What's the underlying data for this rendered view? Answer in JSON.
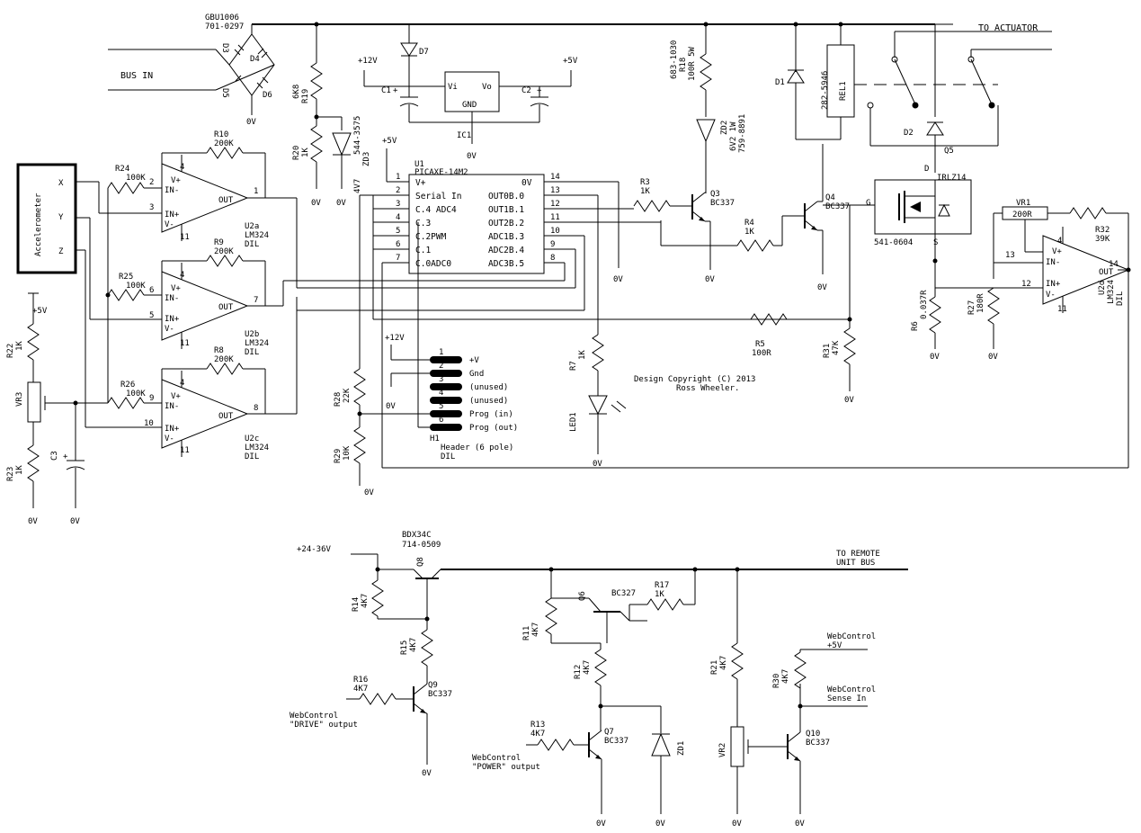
{
  "labels": {
    "gbu": "GBU1006",
    "gbu_pn": "701-0297",
    "d3": "D3",
    "d4": "D4",
    "d5": "D5",
    "d6": "D6",
    "bus_in": "BUS IN",
    "v0": "0V",
    "r19": "R19",
    "r19v": "6K8",
    "r20": "R20",
    "r20v": "1K",
    "zd3": "ZD3",
    "zd3pn": "544-3575",
    "zd3v": "4V7",
    "p12v": "+12V",
    "d7": "D7",
    "c1": "C1",
    "vi": "Vi",
    "vo": "Vo",
    "gnd": "GND",
    "ic1": "IC1",
    "c2": "C2",
    "p5v": "+5V",
    "r18pn": "683-1030",
    "r18": "R18",
    "r18v": "100R 5W",
    "zd2": "ZD2",
    "zd2v": "6V2 1W",
    "zd2pn": "759-8891",
    "d1": "D1",
    "rel1pn": "282-5946",
    "rel1": "REL1",
    "to_actuator": "TO ACTUATOR",
    "d2": "D2",
    "accel": "Accelerometer",
    "x": "X",
    "y": "Y",
    "z": "Z",
    "r24": "R24",
    "r24v": "100K",
    "r10": "R10",
    "r10v": "200K",
    "vplus": "V+",
    "inminus": "IN-",
    "inplus": "IN+",
    "vminus": "V-",
    "out": "OUT",
    "u2a": "U2a",
    "u2b": "U2b",
    "u2c": "U2c",
    "u2d": "U2d",
    "lm324": "LM324",
    "dil": "DIL",
    "r25": "R25",
    "r25v": "100K",
    "r9": "R9",
    "r9v": "200K",
    "r26": "R26",
    "r26v": "100K",
    "r8": "R8",
    "r8v": "200K",
    "r22": "R22",
    "r22v": "1K",
    "vr3": "VR3",
    "c3": "C3",
    "r23": "R23",
    "r23v": "1K",
    "u1": "U1",
    "u1pn": "PICAXE-14M2",
    "pic_vplus": "V+",
    "pic_serial": "Serial In",
    "pic_c4": "C.4 ADC4",
    "pic_c3": "C.3",
    "pic_c2": "C.2PWM",
    "pic_c1": "C.1",
    "pic_c0": "C.0ADC0",
    "pic_0v": "0V",
    "pic_b0": "OUT0B.0",
    "pic_b1": "OUT1B.1",
    "pic_b2": "OUT2B.2",
    "pic_b3": "ADC1B.3",
    "pic_b4": "ADC2B.4",
    "pic_b5": "ADC3B.5",
    "n1": "1",
    "n2": "2",
    "n3": "3",
    "n4": "4",
    "n5": "5",
    "n6": "6",
    "n7": "7",
    "n8": "8",
    "n9": "9",
    "n10": "10",
    "n11": "11",
    "n12": "12",
    "n13": "13",
    "n14": "14",
    "r3": "R3",
    "r3v": "1K",
    "q3": "Q3",
    "q3t": "BC337",
    "r4": "R4",
    "r4v": "1K",
    "q4": "Q4",
    "q4t": "BC337",
    "g": "G",
    "dd": "D",
    "ss": "S",
    "irlz": "IRLZ14",
    "mospn": "541-0604",
    "vr1": "VR1",
    "vr1v": "200R",
    "r32": "R32",
    "r32v": "39K",
    "r6": "R6",
    "r6v": "0.037R",
    "r27": "R27",
    "r27v": "180R",
    "r5": "R5",
    "r5v": "100R",
    "r31": "R31",
    "r31v": "47K",
    "r7": "R7",
    "r7v": "1K",
    "led1": "LED1",
    "copyright1": "Design Copyright (C) 2013",
    "copyright2": "Ross Wheeler.",
    "h_plusv": "+V",
    "h_gnd": "Gnd",
    "h_unused3": "(unused)",
    "h_unused4": "(unused)",
    "h_progin": "Prog (in)",
    "h_progout": "Prog (out)",
    "h1": "H1",
    "h1d": "Header (6 pole)",
    "h1dil": "DIL",
    "r28": "R28",
    "r28v": "22K",
    "r29": "R29",
    "r29v": "10K",
    "p2436": "+24-36V",
    "bdx": "BDX34C",
    "bdxpn": "714-0509",
    "q8": "Q8",
    "to_remote1": "TO REMOTE",
    "to_remote2": "UNIT BUS",
    "r14": "R14",
    "r14v": "4K7",
    "r15": "R15",
    "r15v": "4K7",
    "r16": "R16",
    "r16v": "4K7",
    "q9": "Q9",
    "q9t": "BC337",
    "wc_drive1": "WebControl",
    "wc_drive2": "\"DRIVE\" output",
    "q6": "Q6",
    "q6t": "BC327",
    "r17": "R17",
    "r17v": "1K",
    "r11": "R11",
    "r11v": "4K7",
    "r12": "R12",
    "r12v": "4K7",
    "r13": "R13",
    "r13v": "4K7",
    "q7": "Q7",
    "q7t": "BC337",
    "zd1": "ZD1",
    "wc_power1": "WebControl",
    "wc_power2": "\"POWER\" output",
    "r21": "R21",
    "r21v": "4K7",
    "vr2": "VR2",
    "r30": "R30",
    "r30v": "4K7",
    "wc5v1": "WebControl",
    "wc5v2": "+5V",
    "wcsense1": "WebControl",
    "wcsense2": "Sense In",
    "q10": "Q10",
    "q10t": "BC337"
  }
}
